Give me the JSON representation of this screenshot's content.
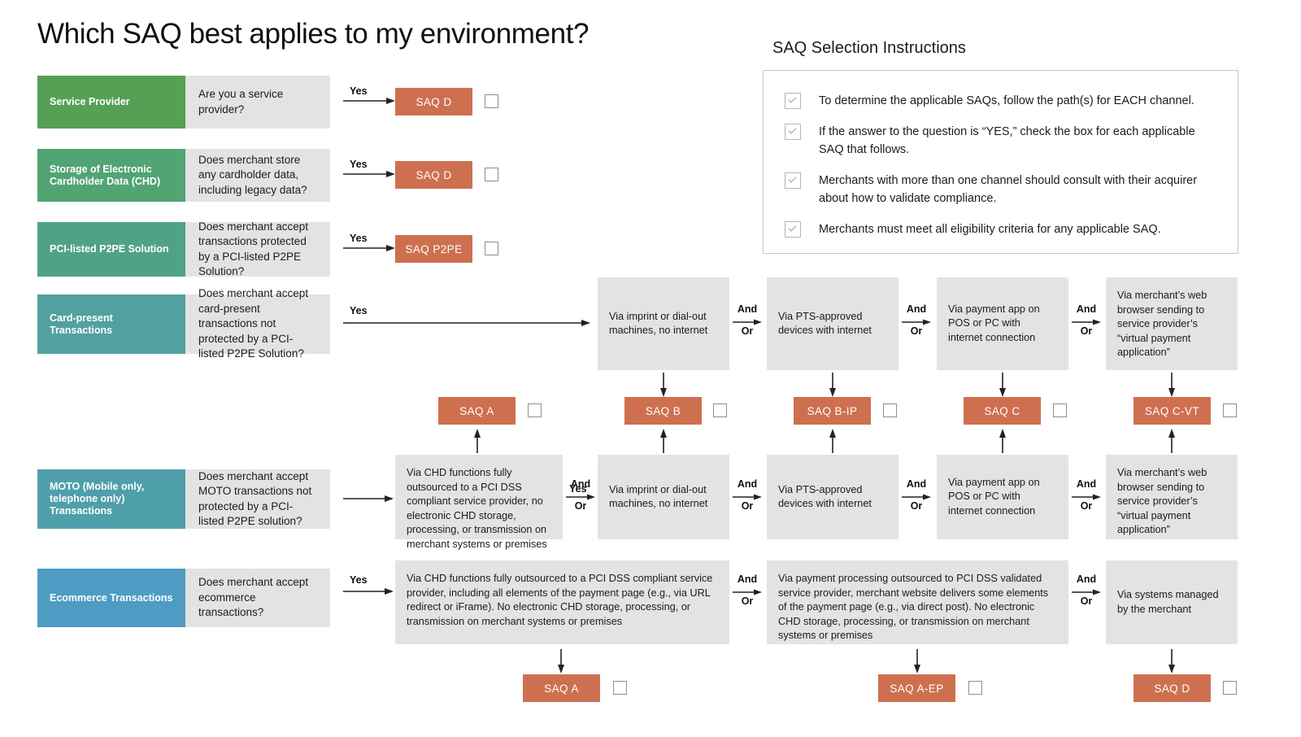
{
  "page": {
    "title": "Which SAQ best applies to my environment?"
  },
  "instructions": {
    "title": "SAQ Selection Instructions",
    "items": [
      "To determine the applicable SAQs, follow the path(s) for EACH channel.",
      "If the answer to the question is “YES,” check the box for each applicable SAQ that follows.",
      "Merchants with more than one channel should consult with their acquirer about how to validate compliance.",
      "Merchants must meet all eligibility criteria for any applicable SAQ."
    ]
  },
  "labels": {
    "yes": "Yes",
    "and": "And",
    "or": "Or"
  },
  "colors": {
    "green": "#55a košmar",
    "row1": "#55a055",
    "row2": "#52a473",
    "row3": "#4fa287",
    "row4": "#53a0a0",
    "row5": "#4f9fab",
    "row6": "#4e9cc4",
    "orange": "#ce7050",
    "grey": "#e3e3e3"
  },
  "rows": {
    "service_provider": {
      "category": "Service Provider",
      "question": "Are you a service provider?",
      "saq": "SAQ  D"
    },
    "chd_storage": {
      "category": "Storage of Electronic Cardholder Data (CHD)",
      "question": "Does merchant store any cardholder data, including legacy data?",
      "saq": "SAQ  D"
    },
    "p2pe": {
      "category": "PCI-listed P2PE Solution",
      "question": "Does merchant accept transactions protected by a PCI-listed P2PE Solution?",
      "saq": "SAQ  P2PE"
    },
    "card_present": {
      "category": "Card-present Transactions",
      "question": "Does merchant accept card-present transactions not protected by a PCI-listed P2PE Solution?",
      "channels": [
        "Via imprint or dial-out machines, no internet",
        "Via PTS-approved devices with internet",
        "Via payment app on POS or PC with internet connection",
        "Via merchant’s web browser sending to service provider’s “virtual payment application”"
      ]
    },
    "moto": {
      "category": "MOTO (Mobile only, telephone only) Transactions",
      "question": "Does merchant accept MOTO transactions not protected by a PCI-listed P2PE solution?",
      "channels": [
        "Via CHD functions fully outsourced to a PCI DSS compliant service provider, no electronic CHD storage, processing, or transmission on merchant systems or premises",
        "Via imprint or dial-out machines, no internet",
        "Via PTS-approved devices with internet",
        "Via payment app on POS or PC with internet connection",
        "Via merchant’s web browser sending to service provider’s “virtual payment application”"
      ]
    },
    "ecommerce": {
      "category": "Ecommerce Transactions",
      "question": "Does merchant accept ecommerce transactions?",
      "channels": [
        "Via CHD functions fully outsourced to a PCI DSS compliant service provider, including all elements of the payment page (e.g., via URL redirect or iFrame). No electronic CHD storage, processing, or transmission on merchant systems or premises",
        "Via payment processing outsourced to PCI DSS validated service provider, merchant website delivers some elements of the payment page (e.g., via direct post). No electronic CHD storage, processing, or transmission on merchant systems or premises",
        "Via systems managed by the merchant"
      ],
      "saqs": [
        "SAQ  A",
        "SAQ  A-EP",
        "SAQ  D"
      ]
    },
    "middle_saqs": [
      "SAQ  A",
      "SAQ  B",
      "SAQ  B-IP",
      "SAQ  C",
      "SAQ  C-VT"
    ]
  }
}
